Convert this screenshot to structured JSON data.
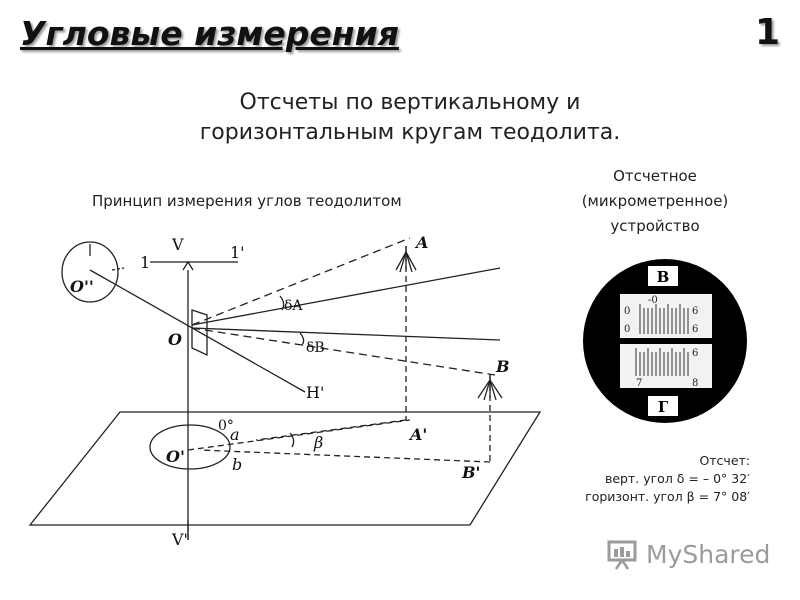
{
  "header": {
    "title": "Угловые измерения",
    "slide_number": "1"
  },
  "subtitle": {
    "line1": "Отсчеты по вертикальному и",
    "line2": "горизонтальным кругам теодолита."
  },
  "left_caption": "Принцип измерения углов теодолитом",
  "right_caption": {
    "line1": "Отсчетное",
    "line2": "(микрометренное)",
    "line3": "устройство"
  },
  "diagram_labels": {
    "V": "V",
    "V_prime": "V'",
    "one": "1",
    "one_prime": "1'",
    "O": "O",
    "O_prime": "O'",
    "O_double": "O''",
    "H_prime": "H'",
    "A": "A",
    "A_prime": "A'",
    "B": "B",
    "B_prime": "B'",
    "delta_A": "δA",
    "delta_B": "δB",
    "beta": "β",
    "zero_deg": "0°",
    "a": "a",
    "b": "b"
  },
  "micrometer": {
    "top_letter": "В",
    "bottom_letter": "Г",
    "top_scale": [
      "0",
      "0",
      "6",
      "6",
      "6",
      "-0"
    ],
    "bottom_scale": [
      "7",
      "8"
    ]
  },
  "reading": {
    "header": "Отсчет:",
    "vertical": "верт. угол δ = – 0° 32′",
    "horizontal": "горизонт. угол  β = 7° 08′"
  },
  "logo": {
    "text": "MyShared"
  }
}
